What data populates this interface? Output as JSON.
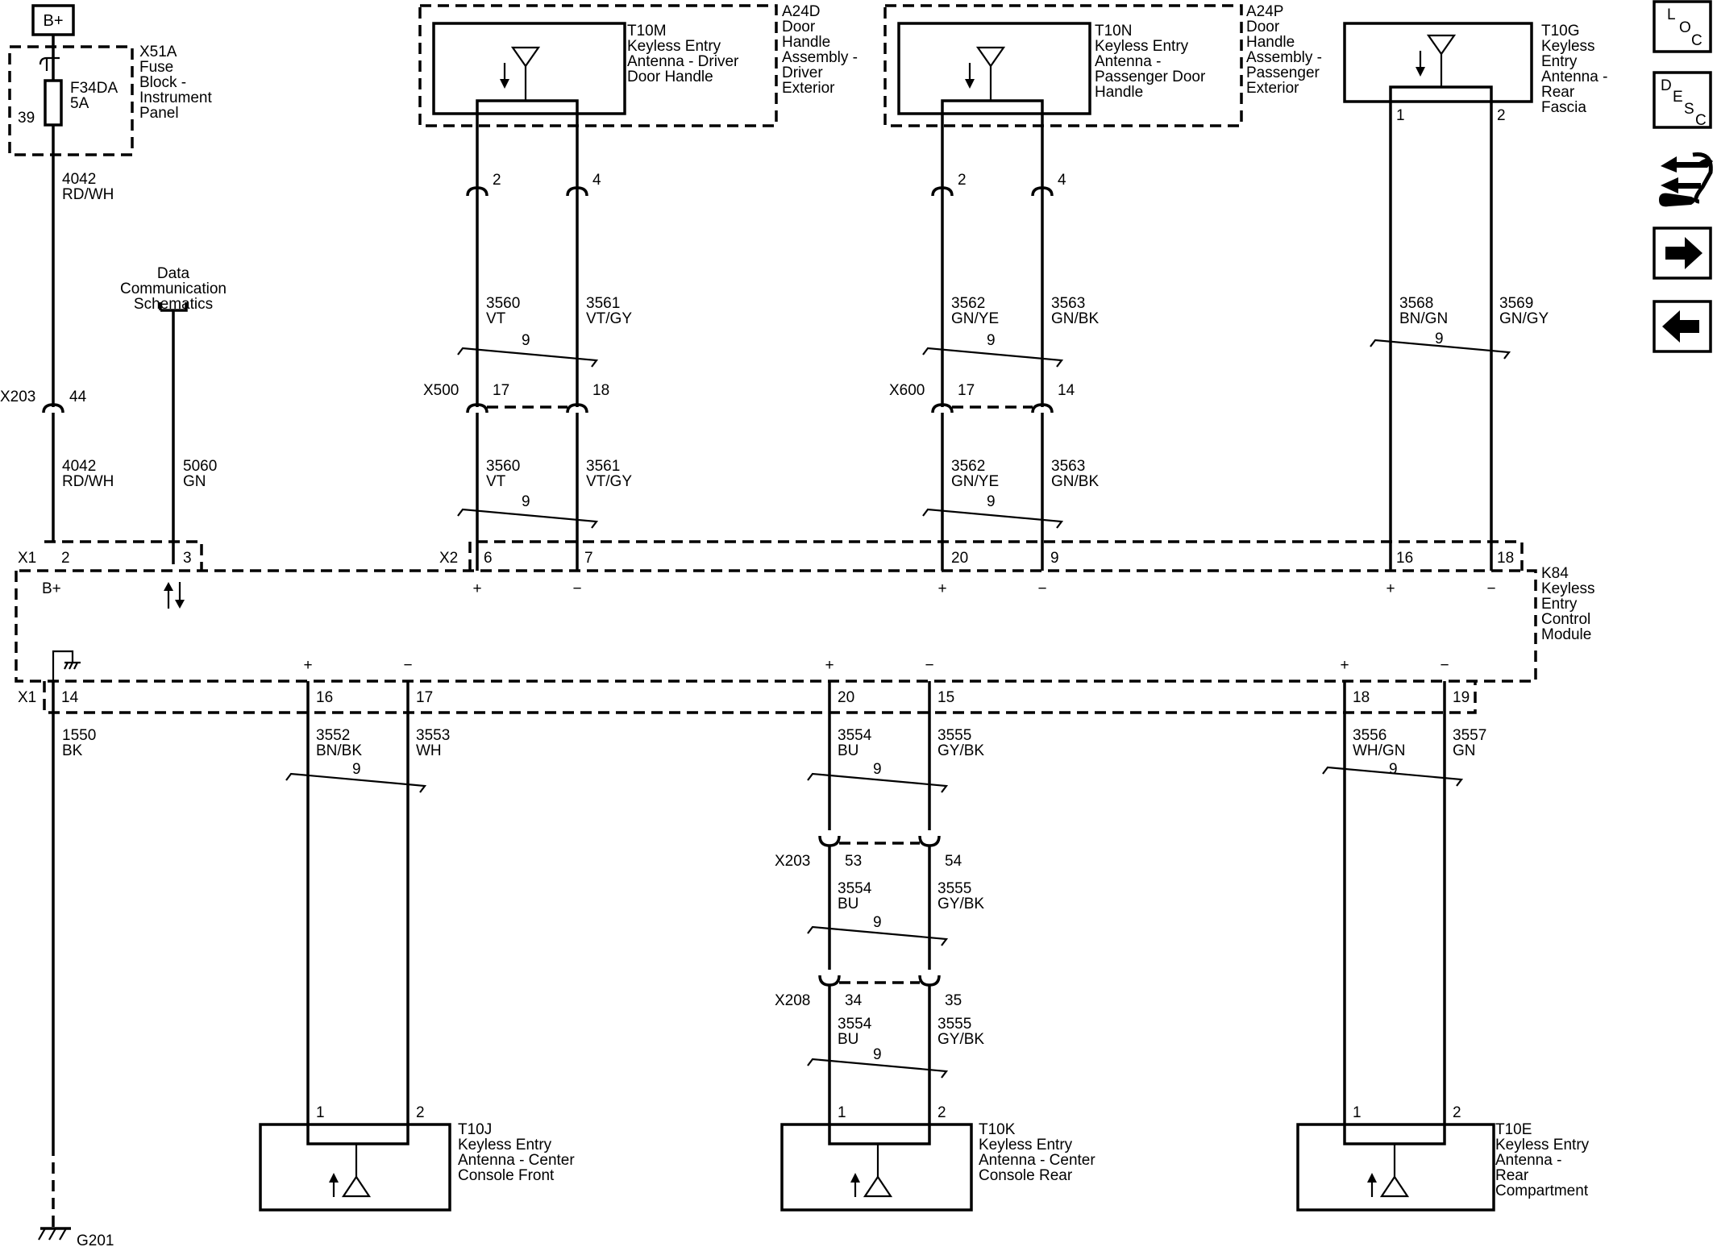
{
  "supply": {
    "bplus_label": "B+",
    "fuse_block_code": "X51A",
    "fuse_block_name": [
      "Fuse",
      "Block -",
      "Instrument",
      "Panel"
    ],
    "fuse_code": "F34DA",
    "fuse_rating": "5A",
    "fuse_pin": "39",
    "circuit": "4042",
    "color": "RD/WH",
    "inline_connector": "X203",
    "inline_pin": "44"
  },
  "data_comm": {
    "label": [
      "Data",
      "Communication",
      "Schematics"
    ],
    "circuit": "5060",
    "color": "GN"
  },
  "ground": {
    "circuit": "1550",
    "color": "BK",
    "ground_id": "G201"
  },
  "module": {
    "code": "K84",
    "name": [
      "Keyless",
      "Entry",
      "Control",
      "Module"
    ],
    "connector_x1": "X1",
    "connector_x2": "X2",
    "pins_top_x1": [
      "2",
      "3"
    ],
    "bplus_pin_label": "B+",
    "pins_top_x2": [
      "6",
      "7",
      "20",
      "9",
      "16",
      "18"
    ],
    "pins_bottom_x1": [
      "14",
      "16",
      "17",
      "20",
      "15",
      "18",
      "19"
    ],
    "plus": "+",
    "minus": "−"
  },
  "top_antennas": [
    {
      "code": "T10M",
      "name": [
        "Keyless Entry",
        "Antenna - Driver",
        "Door Handle"
      ],
      "assembly_code": "A24D",
      "assembly_name": [
        "Door",
        "Handle",
        "Assembly -",
        "Driver",
        "Exterior"
      ],
      "pin_a": "2",
      "pin_b": "4",
      "wire_a": {
        "circuit": "3560",
        "color": "VT"
      },
      "wire_b": {
        "circuit": "3561",
        "color": "VT/GY"
      },
      "twist": "9",
      "inline_connector": "X500",
      "inline_pin_a": "17",
      "inline_pin_b": "18"
    },
    {
      "code": "T10N",
      "name": [
        "Keyless Entry",
        "Antenna -",
        "Passenger Door",
        "Handle"
      ],
      "assembly_code": "A24P",
      "assembly_name": [
        "Door",
        "Handle",
        "Assembly -",
        "Passenger",
        "Exterior"
      ],
      "pin_a": "2",
      "pin_b": "4",
      "wire_a": {
        "circuit": "3562",
        "color": "GN/YE"
      },
      "wire_b": {
        "circuit": "3563",
        "color": "GN/BK"
      },
      "twist": "9",
      "inline_connector": "X600",
      "inline_pin_a": "17",
      "inline_pin_b": "14"
    },
    {
      "code": "T10G",
      "name": [
        "Keyless",
        "Entry",
        "Antenna -",
        "Rear",
        "Fascia"
      ],
      "pin_a": "1",
      "pin_b": "2",
      "wire_a": {
        "circuit": "3568",
        "color": "BN/GN"
      },
      "wire_b": {
        "circuit": "3569",
        "color": "GN/GY"
      },
      "twist": "9"
    }
  ],
  "bottom_antennas": [
    {
      "code": "T10J",
      "name": [
        "Keyless Entry",
        "Antenna - Center",
        "Console Front"
      ],
      "pin_a": "1",
      "pin_b": "2",
      "wire_a": {
        "circuit": "3552",
        "color": "BN/BK"
      },
      "wire_b": {
        "circuit": "3553",
        "color": "WH"
      },
      "twist": "9"
    },
    {
      "code": "T10K",
      "name": [
        "Keyless Entry",
        "Antenna - Center",
        "Console Rear"
      ],
      "pin_a": "1",
      "pin_b": "2",
      "wire_a": {
        "circuit": "3554",
        "color": "BU"
      },
      "wire_b": {
        "circuit": "3555",
        "color": "GY/BK"
      },
      "twist": "9",
      "inline": [
        {
          "connector": "X203",
          "pin_a": "53",
          "pin_b": "54"
        },
        {
          "connector": "X208",
          "pin_a": "34",
          "pin_b": "35"
        }
      ]
    },
    {
      "code": "T10E",
      "name": [
        "Keyless Entry",
        "Antenna -",
        "Rear",
        "Compartment"
      ],
      "pin_a": "1",
      "pin_b": "2",
      "wire_a": {
        "circuit": "3556",
        "color": "WH/GN"
      },
      "wire_b": {
        "circuit": "3557",
        "color": "GN"
      },
      "twist": "9"
    }
  ],
  "nav": {
    "loc": [
      "L",
      "O",
      "C"
    ],
    "desc": [
      "D",
      "E",
      "S",
      "C"
    ],
    "icons": [
      "connector-views-icon",
      "next-arrow-icon",
      "previous-arrow-icon"
    ]
  }
}
